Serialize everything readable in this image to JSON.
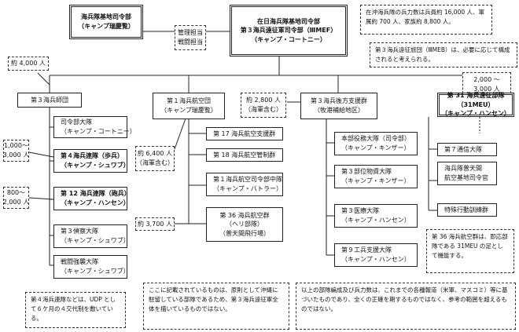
{
  "hq": {
    "marine_base_cmd": [
      "海兵隊基地司令部",
      "（キャンプ瑞慶覧）"
    ],
    "main": [
      "在日海兵隊基地司令部",
      "第３海兵遠征軍司令部（ⅢMEF）",
      "（キャンプ・コートニー）"
    ],
    "liaison": [
      "管理担当",
      "戦闘担当"
    ]
  },
  "notes": {
    "top_right": "在沖海兵隊の兵力数は兵員約 16,000 人、軍属約 700 人、家族約 8,800 人。",
    "meb": "第３海兵遠征旅団（ⅢMEB）は、必要に応じて構成されると考えられる。",
    "meu_note": "第 36 海兵航空群は、即応部隊である 31MEU の足として機能する。",
    "bottom_1": "第４海兵連隊などは、UDP として６ケ月の４交代制を敷いている。",
    "bottom_2": "ここに記載されているものは、原則として沖縄に駐留している部隊であるため、第３海兵遠征軍全体を描いているものではない。",
    "bottom_3": "以上の部隊編成及び兵力数は、これまでの各種報道（米軍、マスコミ）等に基づいたものであり、全くの正確を期するものではなく、参考の範囲を超えるものではない。"
  },
  "counts": {
    "div": "約 4,000 人",
    "meu": [
      "2,000 〜",
      "3,000 人"
    ],
    "reg4": [
      "1,000〜",
      "3,000 人"
    ],
    "reg12": [
      "800〜",
      "2,000 人"
    ],
    "wing": [
      "約 6,400 人",
      "（海軍含む）"
    ],
    "mag36": "約 3,700 人",
    "mlg": [
      "約 2,800 人",
      "（海軍含む）"
    ]
  },
  "division": {
    "title": "第３海兵師団",
    "units": [
      [
        "司令部大隊",
        "（キャンプ・コートニー）"
      ],
      [
        "第４海兵連隊（歩兵）",
        "（キャンプ・シュワブ）"
      ],
      [
        "第 12 海兵連隊（砲兵）",
        "（キャンプ・ハンセン）"
      ],
      [
        "第３偵察大隊",
        "（キャンプ・シュワブ）"
      ],
      [
        "戦闘強襲大隊",
        "（キャンプ・シュワブ）"
      ]
    ]
  },
  "wing": {
    "title": [
      "第１海兵航空団",
      "（キャンプ瑞慶覧）"
    ],
    "units": [
      [
        "第 17 海兵航空支援群"
      ],
      [
        "第 18 海兵航空管制群"
      ],
      [
        "第１海兵航空司令部中隊",
        "（キャンプ・バトラー）"
      ],
      [
        "第 36 海兵航空群",
        "（ヘリ部隊）",
        "（普天間飛行場）"
      ]
    ]
  },
  "logistics": {
    "title": [
      "第３海兵後方支援群",
      "（牧港補給地区）"
    ],
    "units": [
      [
        "本部役務大隊（司令部）",
        "（キャンプ・キンザー）"
      ],
      [
        "第３部位物資大隊",
        "（キャンプ・キンザー）"
      ],
      [
        "第３医療大隊",
        "（キャンプ・ハンセン）"
      ],
      [
        "第９工兵支援大隊",
        "（キャンプ・ハンセン）"
      ]
    ]
  },
  "meu": {
    "title": [
      "第 31 海兵遠征部隊",
      "（31MEU）",
      "（キャンプ・ハンセン）"
    ],
    "units": [
      [
        "第７通信大隊"
      ],
      [
        "海兵隊普天間",
        "航空基地司令官"
      ],
      [
        "特殊行動訓練群"
      ]
    ]
  }
}
